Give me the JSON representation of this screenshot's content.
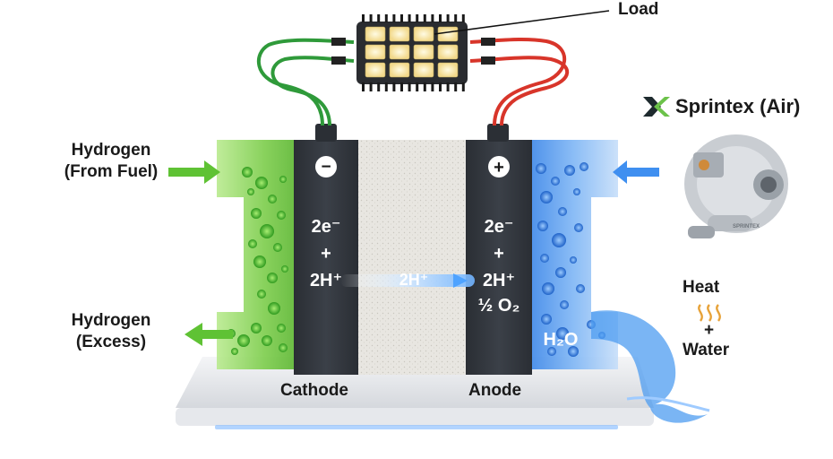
{
  "labels": {
    "load": "Load",
    "h2_in": "Hydrogen\n(From Fuel)",
    "h2_out": "Hydrogen\n(Excess)",
    "cathode": "Cathode",
    "anode": "Anode",
    "heat": "Heat",
    "plus": "+",
    "water": "Water",
    "brand": "Sprintex (Air)",
    "minus_sign": "−",
    "plus_sign": "+",
    "h2o": "H₂O",
    "proton_flow": "2H⁺",
    "blower_text": "SPRINTEX"
  },
  "cathode_stack": [
    "2e⁻",
    "+",
    "2H⁺"
  ],
  "anode_stack": [
    "2e⁻",
    "+",
    "2H⁺",
    "½ O₂"
  ],
  "colors": {
    "hydrogen_green": "#5fc234",
    "oxygen_blue": "#3f8ff0",
    "electrode_dark": "#33383f",
    "wire_red": "#d8352a",
    "wire_green": "#2f9a3a",
    "membrane": "#e6e4df"
  }
}
